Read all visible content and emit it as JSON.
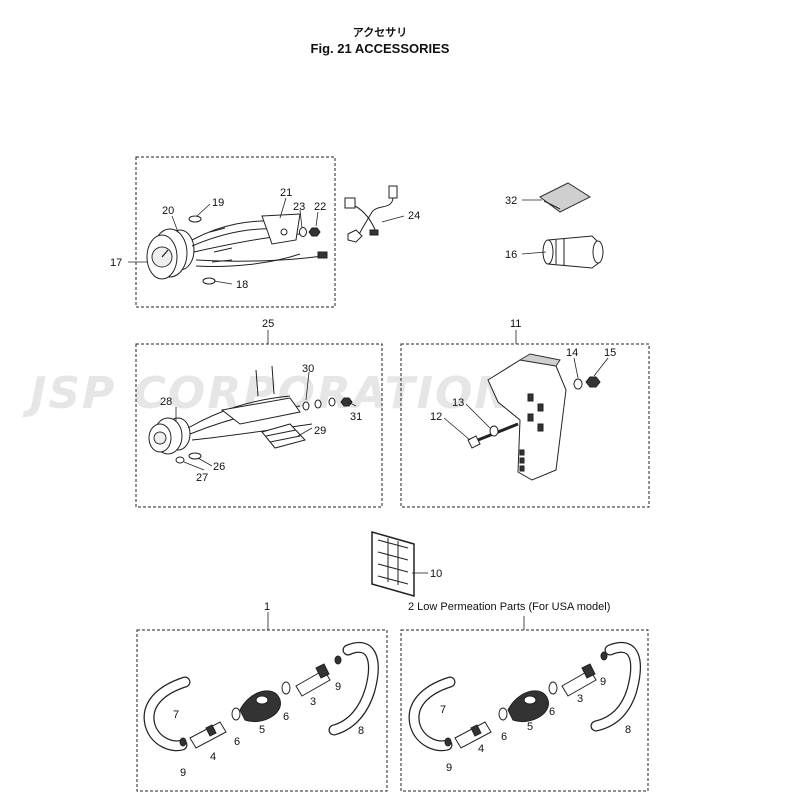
{
  "header": {
    "title_jp": "アクセサリ",
    "title_en": "Fig. 21    ACCESSORIES"
  },
  "watermark": "JSP CORPORATION",
  "callouts": {
    "p1": "1",
    "p2": "2",
    "p3": "3",
    "p4": "4",
    "p5": "5",
    "p6": "6",
    "p7": "7",
    "p8": "8",
    "p9": "9",
    "p10": "10",
    "p11": "11",
    "p12": "12",
    "p13": "13",
    "p14": "14",
    "p15": "15",
    "p16": "16",
    "p17": "17",
    "p18": "18",
    "p19": "19",
    "p20": "20",
    "p21": "21",
    "p22": "22",
    "p23": "23",
    "p24": "24",
    "p25": "25",
    "p26": "26",
    "p27": "27",
    "p28": "28",
    "p29": "29",
    "p30": "30",
    "p31": "31",
    "p32": "32"
  },
  "captions": {
    "low_permeation": "2 Low Permeation Parts (For USA model)"
  },
  "colors": {
    "line": "#222222",
    "watermark": "#e6e6e6"
  }
}
